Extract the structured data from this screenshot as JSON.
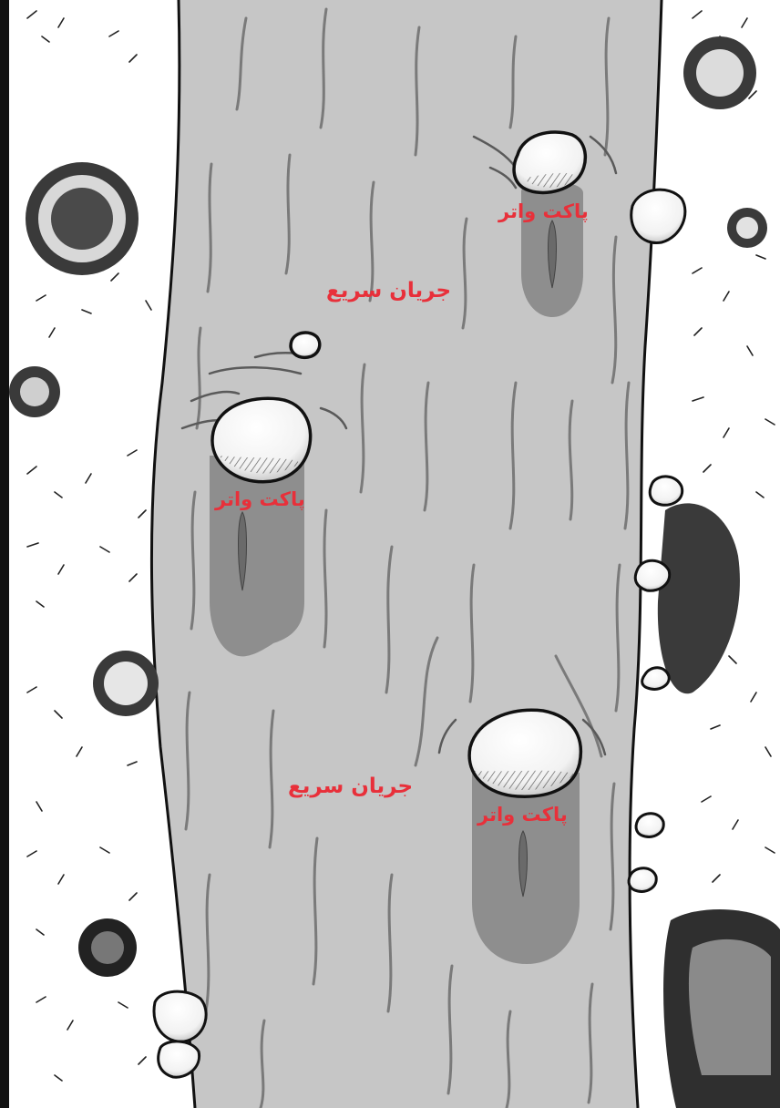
{
  "labels": {
    "pocket_water_1": "پاکت واتر",
    "pocket_water_2": "پاکت واتر",
    "pocket_water_3": "پاکت واتر",
    "fast_current_1": "جریان سریع",
    "fast_current_2": "جریان سریع"
  },
  "colors": {
    "river": "#c6c6c6",
    "pocket_water": "#8e8e8e",
    "label_text": "#e8303a",
    "ink": "#1a1a1a",
    "bank": "#ffffff"
  }
}
